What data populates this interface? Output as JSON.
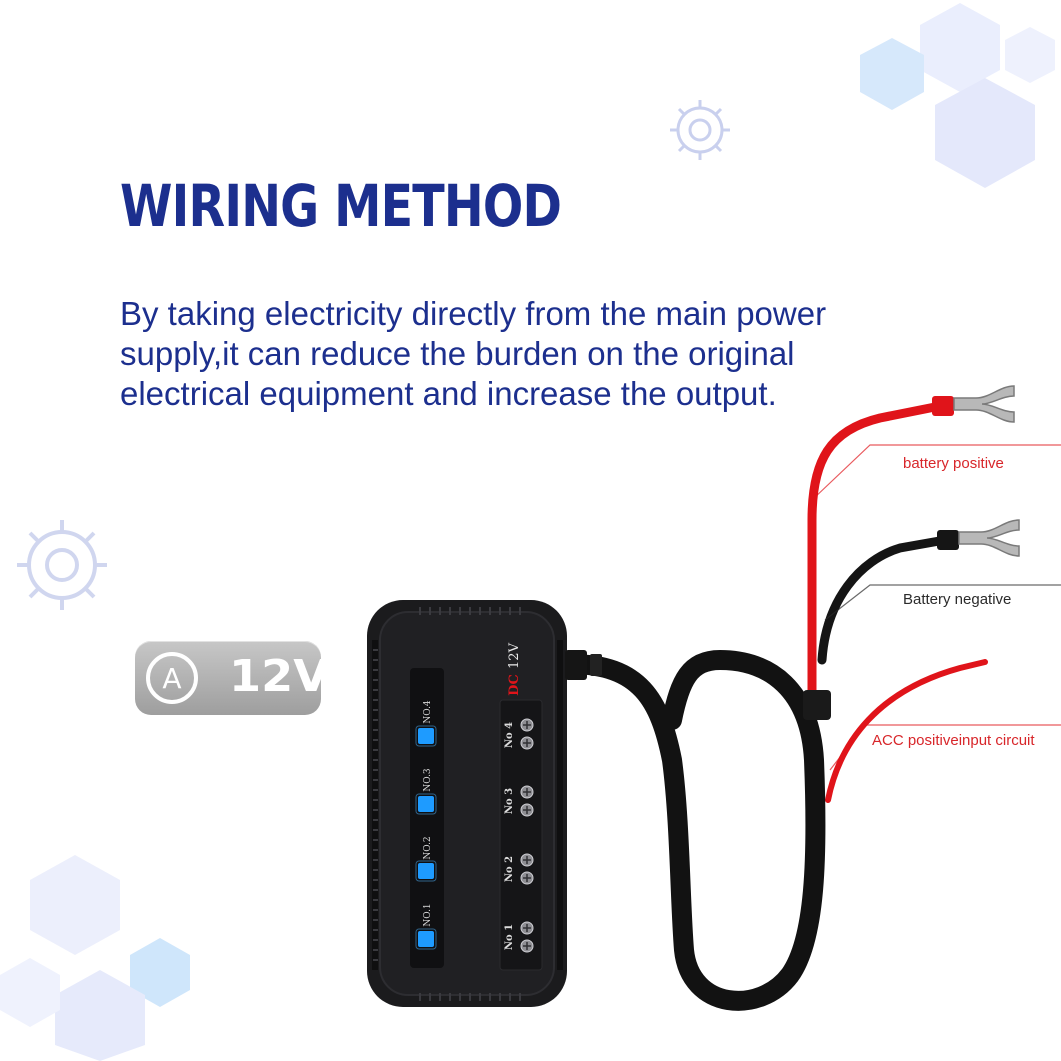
{
  "header": {
    "title": "WIRING METHOD",
    "description": [
      "By taking electricity directly from the main power",
      "supply,it can reduce the burden on the original",
      "electrical equipment and increase the output."
    ]
  },
  "badge": {
    "icon_letter": "A",
    "voltage": "12V"
  },
  "device": {
    "brand_mark": "DC",
    "voltage_label": "12V",
    "indicators": [
      "NO.4",
      "NO.3",
      "NO.2",
      "NO.1"
    ],
    "terminals": [
      "No 4",
      "No 3",
      "No 2",
      "No 1"
    ]
  },
  "wires": {
    "positive": "battery positive",
    "negative": "Battery negative",
    "acc": "ACC positiveinput circuit"
  },
  "colors": {
    "title": "#1c2f8e",
    "red_wire": "#e0141a",
    "led": "#1e9bff",
    "device_body": "#1b1b1d",
    "badge": "#a9a9a9"
  }
}
